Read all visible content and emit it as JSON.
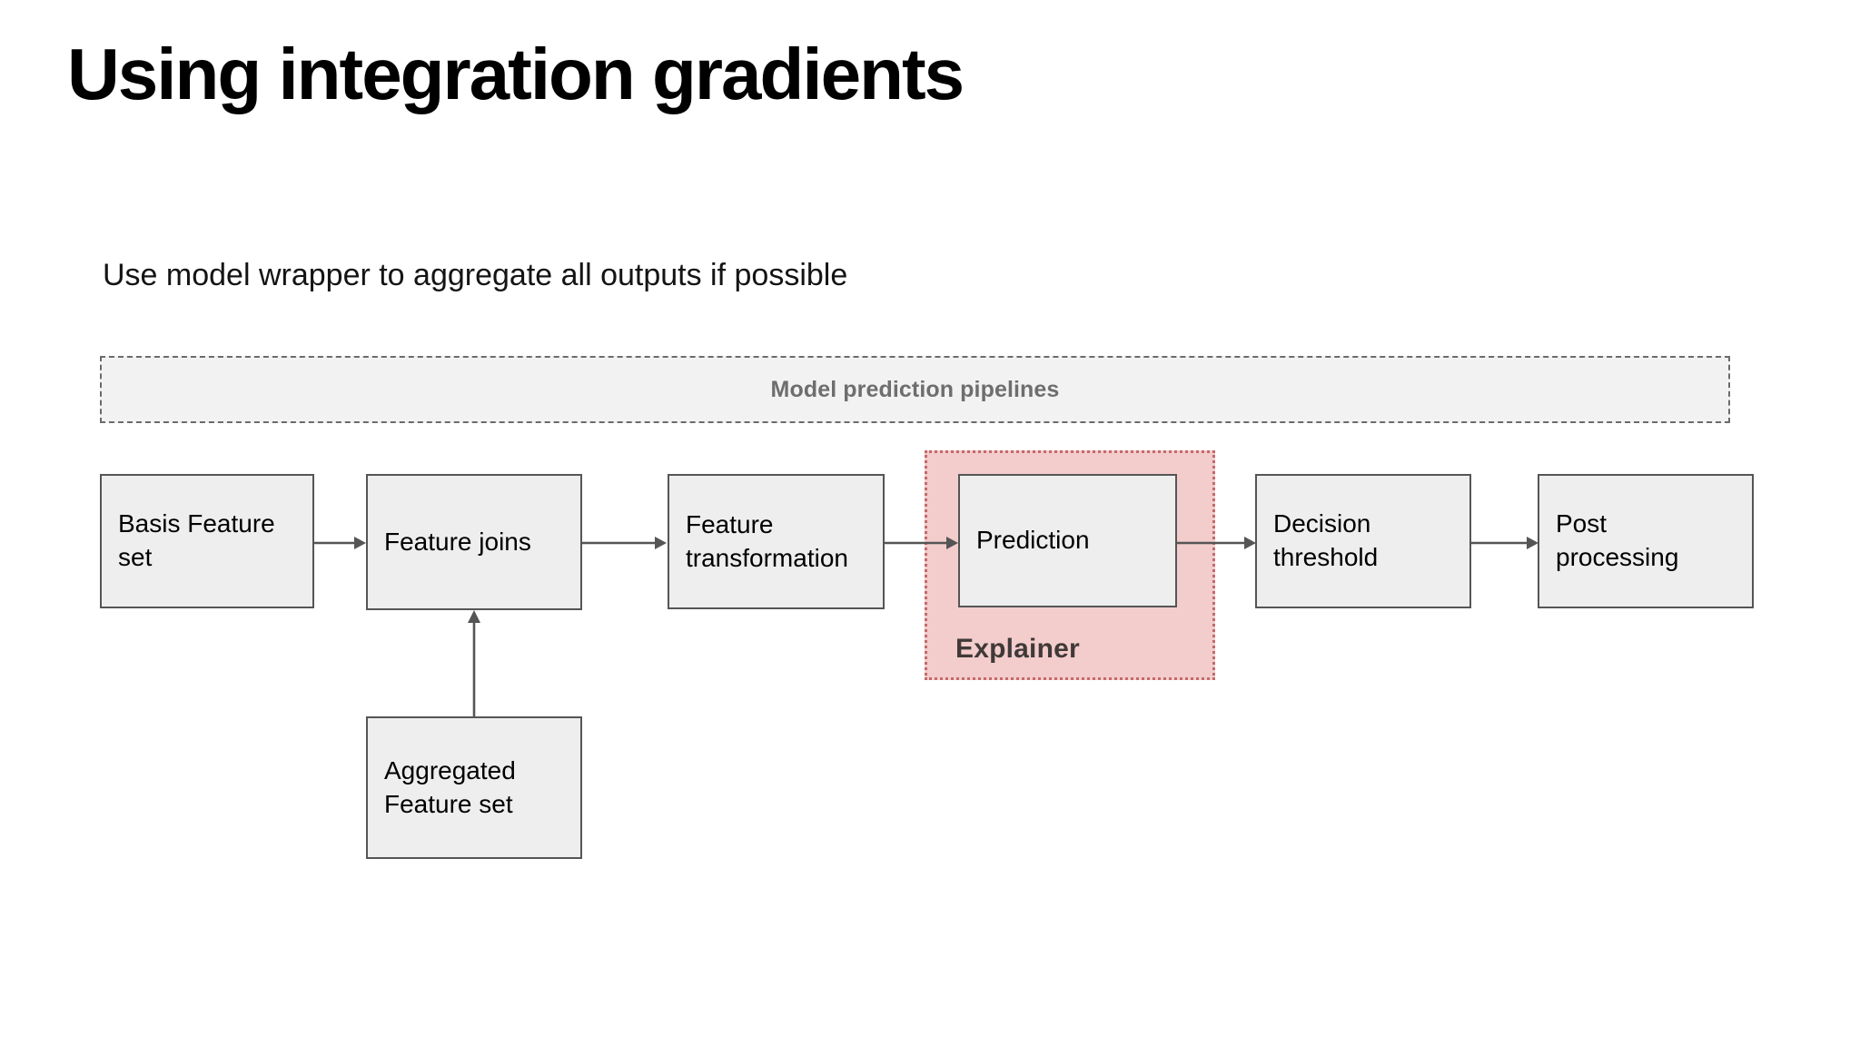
{
  "slide": {
    "title": "Using integration gradients",
    "subtitle": "Use model wrapper to aggregate all outputs if possible"
  },
  "banner": {
    "label": "Model prediction pipelines",
    "background": "#f2f2f2",
    "border_color": "#6b6b6b",
    "text_color": "#6e6e6e"
  },
  "explainer": {
    "label": "Explainer",
    "background": "#f3cccc",
    "border_color": "#c46a6a",
    "text_color": "#3f3a38"
  },
  "nodes": [
    {
      "id": "basis-feature-set",
      "label": "Basis Feature\nset"
    },
    {
      "id": "feature-joins",
      "label": "Feature joins"
    },
    {
      "id": "feature-transformation",
      "label": "Feature\ntransformation"
    },
    {
      "id": "prediction",
      "label": "Prediction"
    },
    {
      "id": "decision-threshold",
      "label": "Decision\nthreshold"
    },
    {
      "id": "post-processing",
      "label": "Post\nprocessing"
    },
    {
      "id": "aggregated-feature-set",
      "label": "Aggregated\nFeature set"
    }
  ],
  "node_style": {
    "background": "#eeeeee",
    "border_color": "#555555",
    "text_color": "#000000"
  },
  "connectors": [
    {
      "from": "basis-feature-set",
      "to": "feature-joins",
      "direction": "right"
    },
    {
      "from": "feature-joins",
      "to": "feature-transformation",
      "direction": "right"
    },
    {
      "from": "feature-transformation",
      "to": "prediction",
      "direction": "right"
    },
    {
      "from": "prediction",
      "to": "decision-threshold",
      "direction": "right"
    },
    {
      "from": "decision-threshold",
      "to": "post-processing",
      "direction": "right"
    },
    {
      "from": "aggregated-feature-set",
      "to": "feature-joins",
      "direction": "up"
    }
  ]
}
